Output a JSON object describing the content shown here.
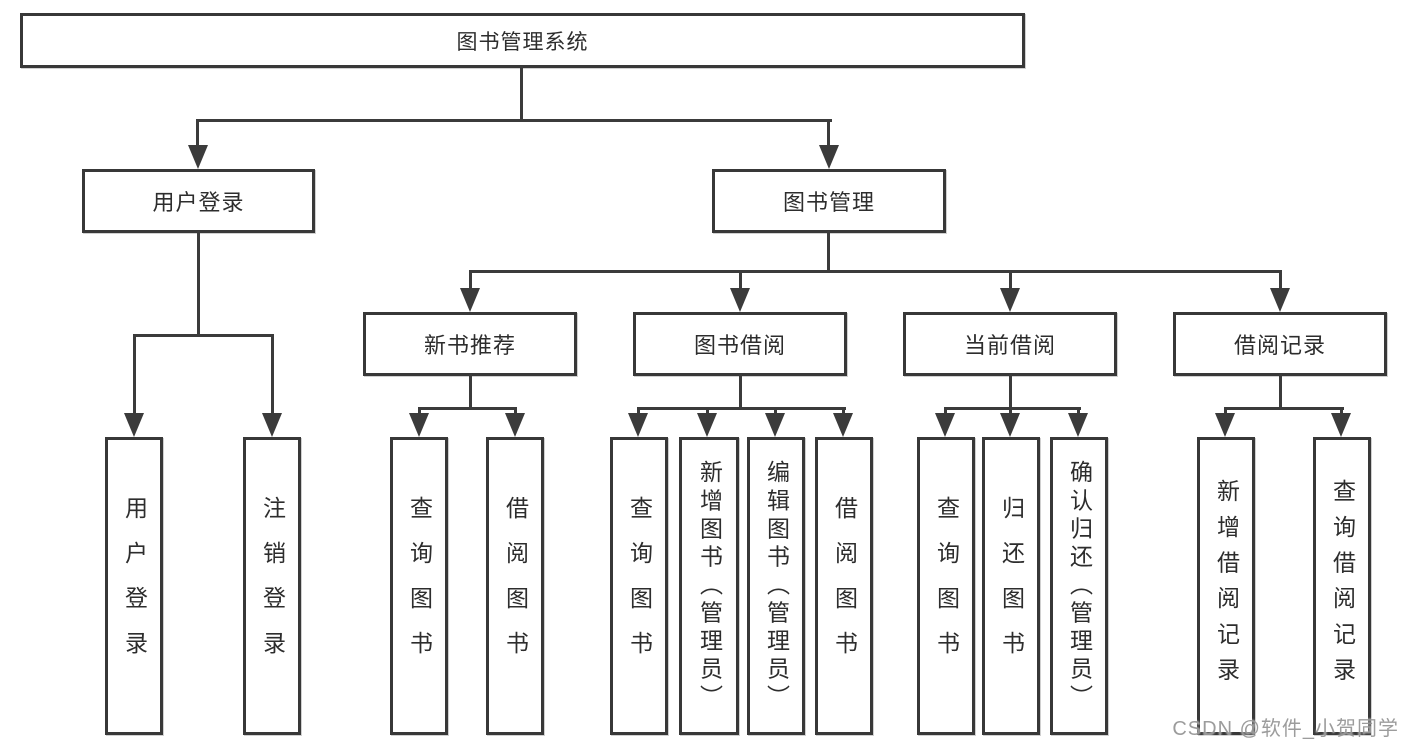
{
  "title": "图书管理系统",
  "watermark": "CSDN @软件_小贺同学",
  "colors": {
    "line": "#3b3b3b",
    "border": "#383838",
    "text": "#2d2d2d",
    "watermark": "#949494",
    "background": "#ffffff"
  },
  "tree": {
    "root": {
      "label": "图书管理系统"
    },
    "level1": [
      {
        "label": "用户登录"
      },
      {
        "label": "图书管理"
      }
    ],
    "level2": [
      {
        "label": "新书推荐"
      },
      {
        "label": "图书借阅"
      },
      {
        "label": "当前借阅"
      },
      {
        "label": "借阅记录"
      }
    ],
    "level3": {
      "user_login_children": [
        "用户登录",
        "注销登录"
      ],
      "new_book_children": [
        "查询图书",
        "借阅图书"
      ],
      "book_borrow_children": [
        "查询图书",
        "新增图书（管理员）",
        "编辑图书（管理员）",
        "借阅图书"
      ],
      "current_borrow_children": [
        "查询图书",
        "归还图书",
        "确认归还（管理员）"
      ],
      "borrow_record_children": [
        "新增借阅记录",
        "查询借阅记录"
      ]
    }
  }
}
